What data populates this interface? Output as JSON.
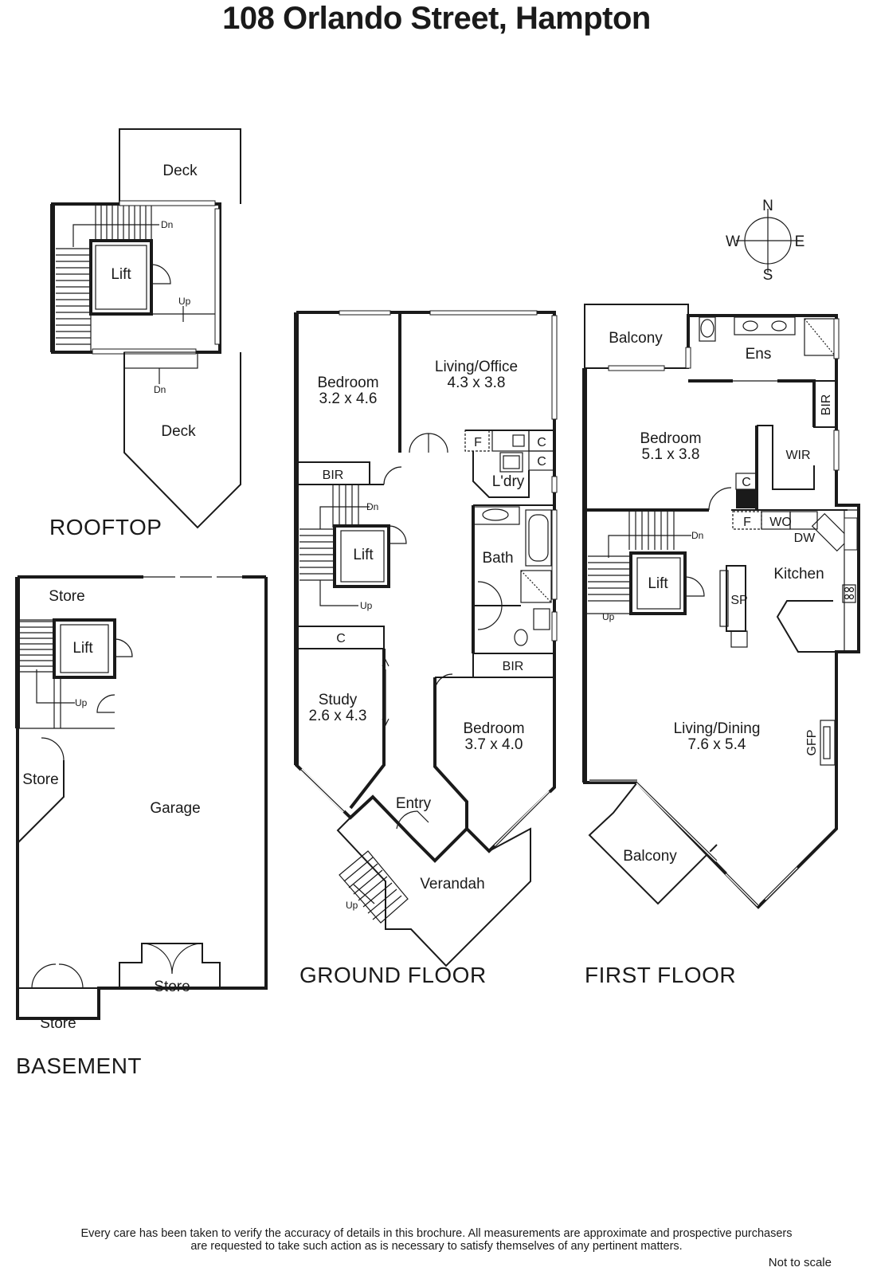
{
  "title": "108 Orlando Street, Hampton",
  "compass": {
    "n": "N",
    "s": "S",
    "e": "E",
    "w": "W"
  },
  "floors": {
    "rooftop": {
      "label": "ROOFTOP",
      "rooms": {
        "deck_top": "Deck",
        "lift": "Lift",
        "deck_bottom": "Deck"
      },
      "marks": {
        "dn1": "Dn",
        "up": "Up",
        "dn2": "Dn"
      }
    },
    "basement": {
      "label": "BASEMENT",
      "rooms": {
        "store_top": "Store",
        "lift": "Lift",
        "store_left": "Store",
        "garage": "Garage",
        "store_mid": "Store",
        "store_bottom": "Store"
      },
      "marks": {
        "up": "Up"
      }
    },
    "ground": {
      "label": "GROUND FLOOR",
      "rooms": {
        "bedroom1": "Bedroom",
        "bedroom1_size": "3.2 x 4.6",
        "living_office": "Living/Office",
        "living_office_size": "4.3 x 3.8",
        "bir1": "BIR",
        "f": "F",
        "c1": "C",
        "c2": "C",
        "laundry": "L'dry",
        "lift": "Lift",
        "bath": "Bath",
        "c3": "C",
        "study": "Study",
        "study_size": "2.6 x 4.3",
        "bir2": "BIR",
        "bedroom2": "Bedroom",
        "bedroom2_size": "3.7 x 4.0",
        "entry": "Entry",
        "verandah": "Verandah"
      },
      "marks": {
        "dn": "Dn",
        "up": "Up",
        "up2": "Up"
      }
    },
    "first": {
      "label": "FIRST FLOOR",
      "rooms": {
        "balcony_top": "Balcony",
        "ens": "Ens",
        "bir": "BIR",
        "bedroom": "Bedroom",
        "bedroom_size": "5.1 x 3.8",
        "wir": "WIR",
        "c": "C",
        "f": "F",
        "wo": "WO",
        "dw": "DW",
        "kitchen": "Kitchen",
        "lift": "Lift",
        "sp": "SP",
        "living_dining": "Living/Dining",
        "living_dining_size": "7.6 x 5.4",
        "gfp": "GFP",
        "balcony_bottom": "Balcony"
      },
      "marks": {
        "dn": "Dn",
        "up": "Up"
      }
    }
  },
  "disclaimer_line1": "Every care has been taken to verify the accuracy of details in this brochure.  All measurements are approximate and prospective purchasers",
  "disclaimer_line2": "are requested to take such action as is necessary to satisfy themselves of any pertinent matters.",
  "not_to_scale": "Not to scale"
}
